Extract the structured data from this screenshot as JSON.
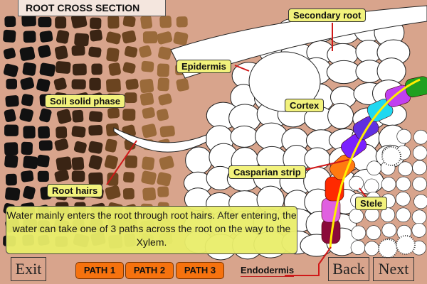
{
  "title": "ROOT CROSS SECTION",
  "labels": {
    "secondary_root": "Secondary root",
    "epidermis": "Epidermis",
    "soil": "Soil solid phase",
    "cortex": "Cortex",
    "casparian": "Casparian strip",
    "root_hairs": "Root hairs",
    "stele": "Stele",
    "endodermis": "Endodermis"
  },
  "info_text": "Water mainly enters the root through root hairs. After entering, the water can take one of 3 paths across the root on the way to the Xylem.",
  "buttons": {
    "exit": "Exit",
    "path1": "PATH 1",
    "path2": "PATH 2",
    "path3": "PATH 3",
    "back": "Back",
    "next": "Next"
  },
  "colors": {
    "background": "#d8a48c",
    "label": "#f2f27c",
    "path_button": "#f6720e",
    "path_segments": [
      "#8b0a3a",
      "#e060e0",
      "#ff2a00",
      "#ff7a10",
      "#7a20ff",
      "#6030e0",
      "#20d8f0",
      "#c040f0",
      "#20a020"
    ]
  }
}
